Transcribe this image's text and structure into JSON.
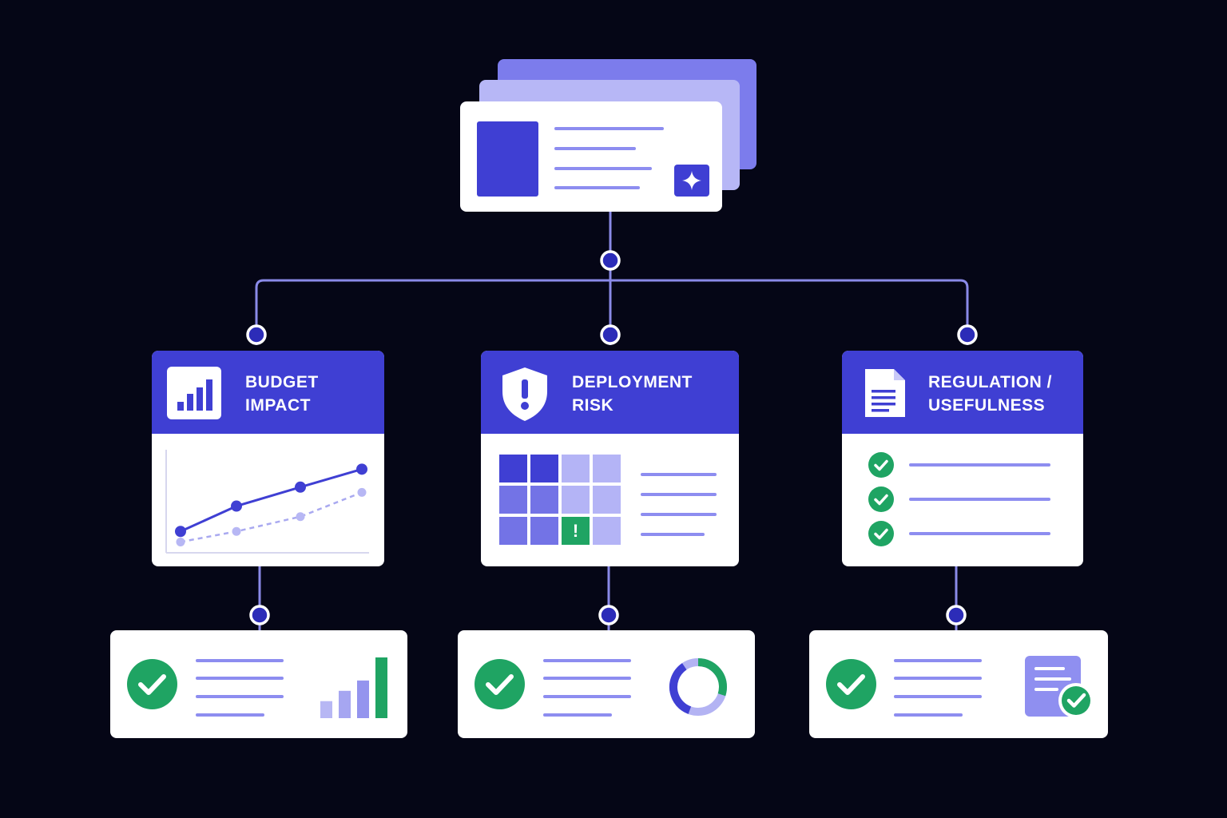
{
  "colors": {
    "background": "#050616",
    "primary": "#3f3fd3",
    "primary_light": "#8d8df0",
    "primary_pale": "#b8b8f7",
    "success": "#1fa463",
    "card": "#ffffff"
  },
  "source": {
    "icon": "sparkle-icon"
  },
  "categories": [
    {
      "id": "budget",
      "title": "BUDGET\nIMPACT",
      "icon": "bar-chart-icon",
      "visual": "line-chart",
      "chart": {
        "series_solid": [
          0.18,
          0.42,
          0.6,
          0.77
        ],
        "series_dashed": [
          0.08,
          0.18,
          0.32,
          0.55
        ]
      }
    },
    {
      "id": "deployment",
      "title": "DEPLOYMENT\nRISK",
      "icon": "shield-alert-icon",
      "visual": "risk-grid",
      "alert_mark": "!"
    },
    {
      "id": "regulation",
      "title": "REGULATION /\nUSEFULNESS",
      "icon": "document-icon",
      "visual": "checklist",
      "checks": 3
    }
  ],
  "outcomes": [
    {
      "id": "budget-outcome",
      "icon": "check-circle-icon",
      "visual": "bar-chart-icon",
      "bars": [
        0.28,
        0.45,
        0.62,
        1.0
      ]
    },
    {
      "id": "deployment-outcome",
      "icon": "check-circle-icon",
      "visual": "donut-chart-icon",
      "donut": {
        "green_share": 0.3
      }
    },
    {
      "id": "regulation-outcome",
      "icon": "check-circle-icon",
      "visual": "verified-document-icon"
    }
  ]
}
